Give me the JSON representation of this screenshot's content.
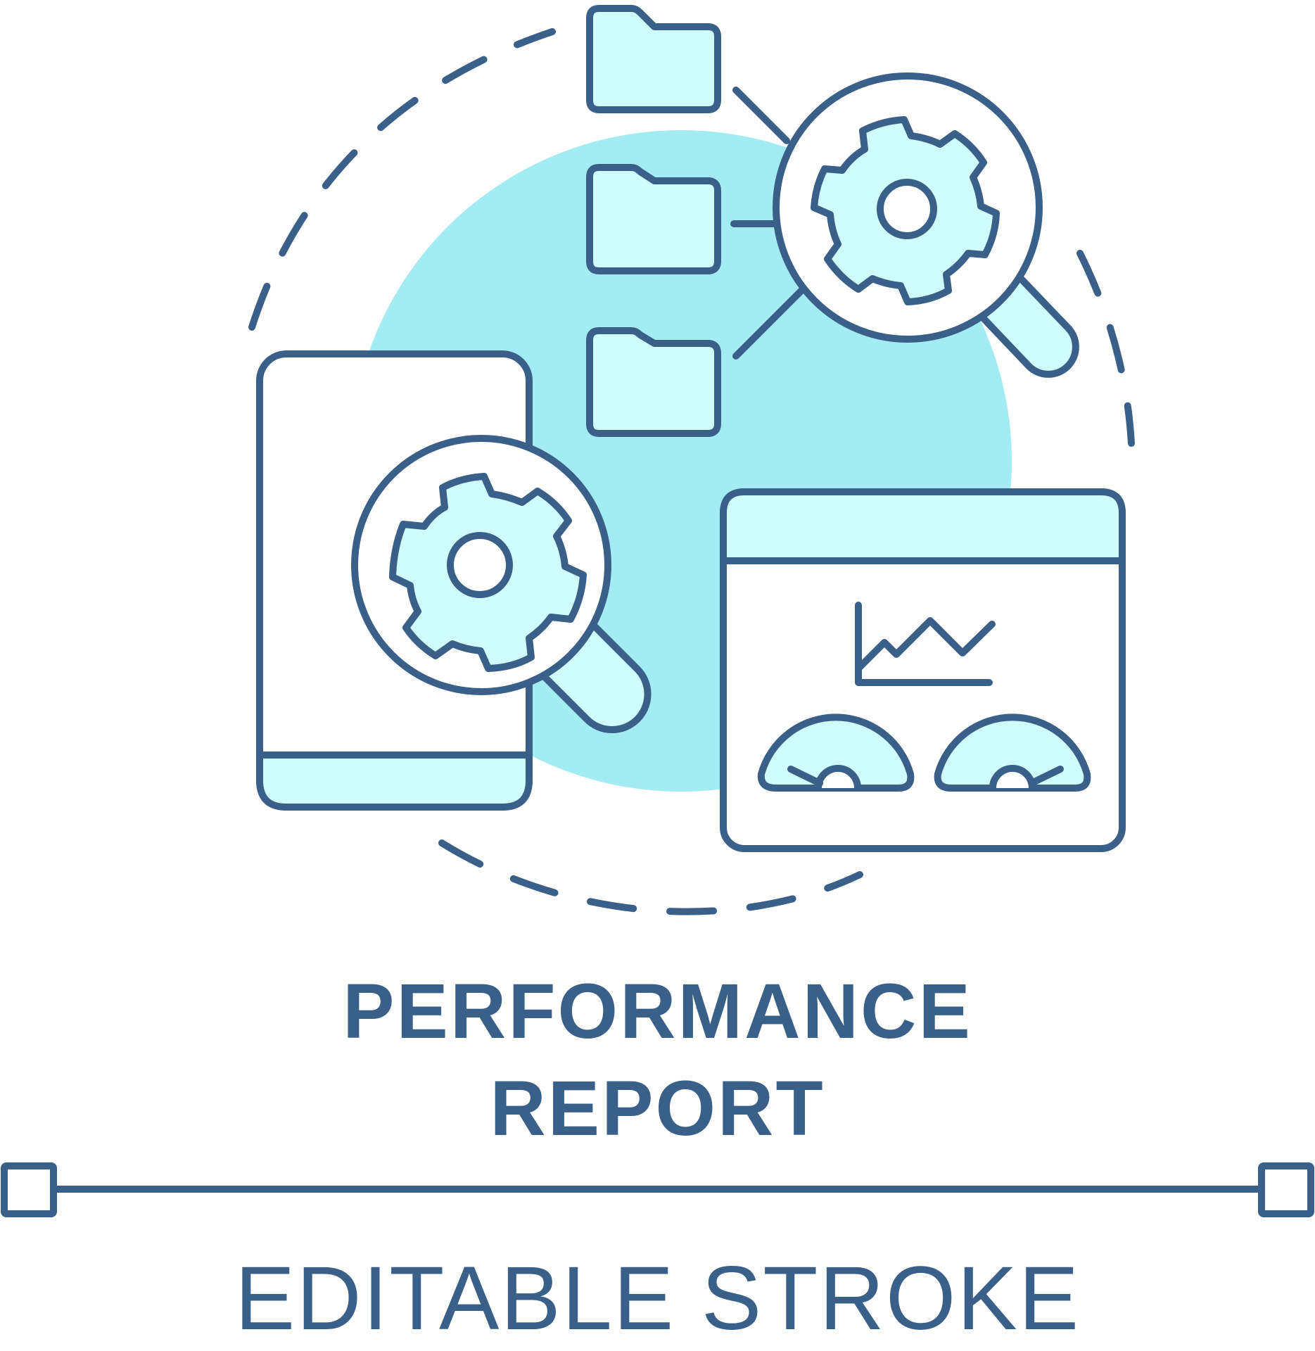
{
  "title": {
    "line1": "PERFORMANCE",
    "line2": "REPORT"
  },
  "footer": {
    "caption": "EDITABLE STROKE"
  },
  "icons": [
    "folder-icon",
    "magnifier-gear-icon",
    "smartphone-icon",
    "dashboard-window-icon",
    "line-chart-icon",
    "gauge-icon"
  ],
  "colors": {
    "stroke": "#3a6089",
    "accent_fill": "#cffcfc",
    "background_circle": "#a4ecf4",
    "white": "#ffffff"
  }
}
